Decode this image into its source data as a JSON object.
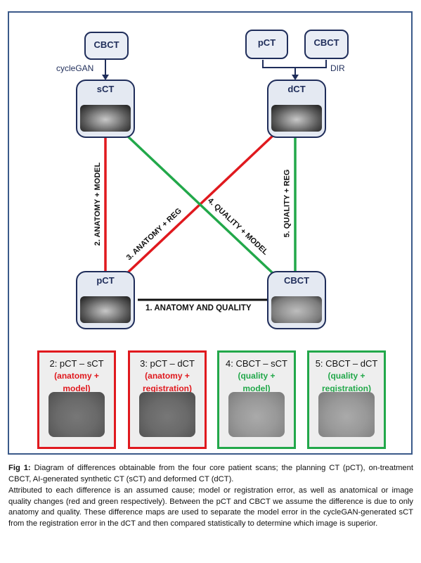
{
  "nodes": {
    "cbct_top": "CBCT",
    "pct_top": "pCT",
    "cbct_top_right": "CBCT",
    "sct": "sCT",
    "dct": "dCT",
    "pct": "pCT",
    "cbct": "CBCT"
  },
  "labels": {
    "cyclegan": "cycleGAN",
    "dir": "DIR",
    "edge1": "1. ANATOMY AND QUALITY",
    "edge2": "2. ANATOMY + MODEL",
    "edge3": "3. ANATOMY + REG",
    "edge4": "4. QUALITY + MODEL",
    "edge5": "5. QUALITY + REG"
  },
  "cards": [
    {
      "title": "2: pCT – sCT",
      "sub1": "(anatomy +",
      "sub2": "model)"
    },
    {
      "title": "3: pCT – dCT",
      "sub1": "(anatomy +",
      "sub2": "registration)"
    },
    {
      "title": "4: CBCT – sCT",
      "sub1": "(quality +",
      "sub2": "model)"
    },
    {
      "title": "5: CBCT – dCT",
      "sub1": "(quality +",
      "sub2": "registration)"
    }
  ],
  "caption": {
    "fig": "Fig 1:",
    "line1": " Diagram of differences obtainable from the four core patient scans; the planning CT (pCT), on-treatment CBCT, AI-generated synthetic CT (sCT) and deformed CT (dCT).",
    "line2": "Attributed to each difference is an assumed cause; model or registration error, as well as anatomical or image quality changes (red and green respectively). Between the pCT and CBCT we assume the difference is due to only anatomy and quality. These difference maps are used to separate the model error in the cycleGAN-generated sCT from the registration error in the dCT and then compared statistically to determine which image is superior."
  },
  "colors": {
    "red": "#e0191e",
    "green": "#22a84a",
    "navy": "#1f2d5a",
    "frame": "#3b5a8a"
  }
}
